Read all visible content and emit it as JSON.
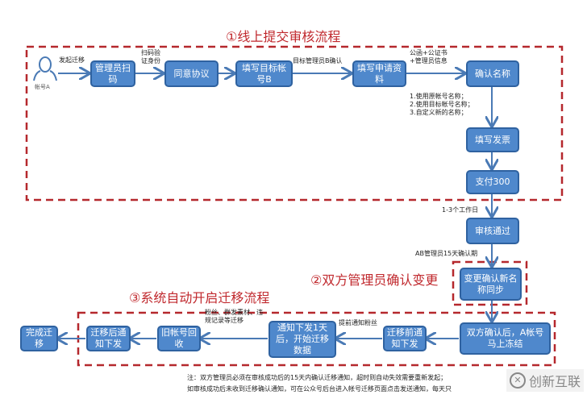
{
  "section1": {
    "title": "①线上提交审核流程",
    "user_label": "帐号A",
    "edge_start": "发起迁移",
    "edge_scan": "扫码验证身份",
    "edge_confirm_b": "目标管理员B确认",
    "edge_docs": "公函+公证书+管理员信息",
    "name_options": [
      "1.使用原帐号名称；",
      "2.使用目标帐号名称；",
      "3.自定义新的名称；"
    ],
    "steps": {
      "scan": "管理员扫码",
      "agree": "同意协议",
      "target": "填写目标帐号B",
      "apply": "填写申请资料",
      "name": "确认名称",
      "invoice": "填写发票",
      "pay": "支付300"
    }
  },
  "review": {
    "edge_days": "1-3个工作日",
    "approved": "审核通过",
    "edge_period": "AB管理员15天确认期"
  },
  "section2": {
    "title": "②双方管理员确认变更",
    "step": "变更确认新名称同步"
  },
  "section3": {
    "title": "③系统自动开启迁移流程",
    "steps": {
      "freeze": "双方确认后，A帐号马上冻结",
      "pre_notice": "迁移前通知下发",
      "migrate": "通知下发1天后，开始迁移数据",
      "recycle": "旧帐号回收",
      "post_notice": "迁移后通知下发",
      "done": "完成迁移"
    },
    "edge_fans": "提前通知粉丝",
    "edge_data": "粉丝、群发素材、违规记录等迁移"
  },
  "note": {
    "line1": "注：双方管理员必须在审核成功后的15天内确认迁移通知，超时则自动失效需要重新发起；",
    "line2": "如审核成功后未收到迁移确认通知，可在公众号后台进入帐号迁移页面点击发送通知，每天只"
  },
  "watermark": "创新互联",
  "colors": {
    "box": "#4f88cc",
    "border": "#2f62a0",
    "dash": "#b5282d",
    "arrow": "#4a7ab5"
  }
}
